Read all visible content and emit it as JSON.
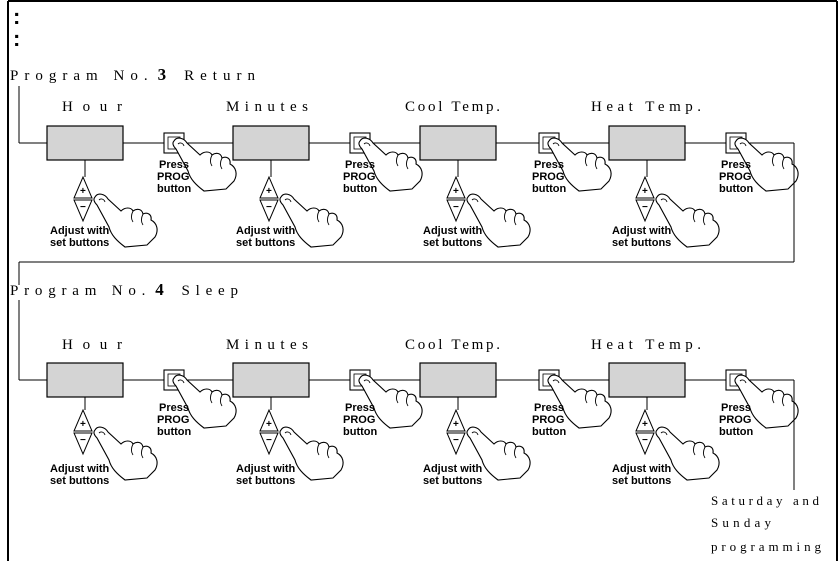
{
  "dots": ":",
  "programs": [
    {
      "title_prefix": "Program No.",
      "number": "3",
      "name": "Return",
      "fields": [
        "Hour",
        "Minutes",
        "Cool Temp.",
        "Heat Temp."
      ]
    },
    {
      "title_prefix": "Program No.",
      "number": "4",
      "name": "Sleep",
      "fields": [
        "Hour",
        "Minutes",
        "Cool Temp.",
        "Heat Temp."
      ]
    }
  ],
  "press_label": [
    "Press",
    "PROG",
    "button"
  ],
  "adjust_label": [
    "Adjust with",
    "set buttons"
  ],
  "plus_symbol": "+",
  "minus_symbol": "−",
  "footer_note": [
    "Saturday and",
    "Sunday",
    "programming"
  ],
  "colors": {
    "display_fill": "#d4d4d4",
    "line": "#000000",
    "background": "#ffffff"
  }
}
